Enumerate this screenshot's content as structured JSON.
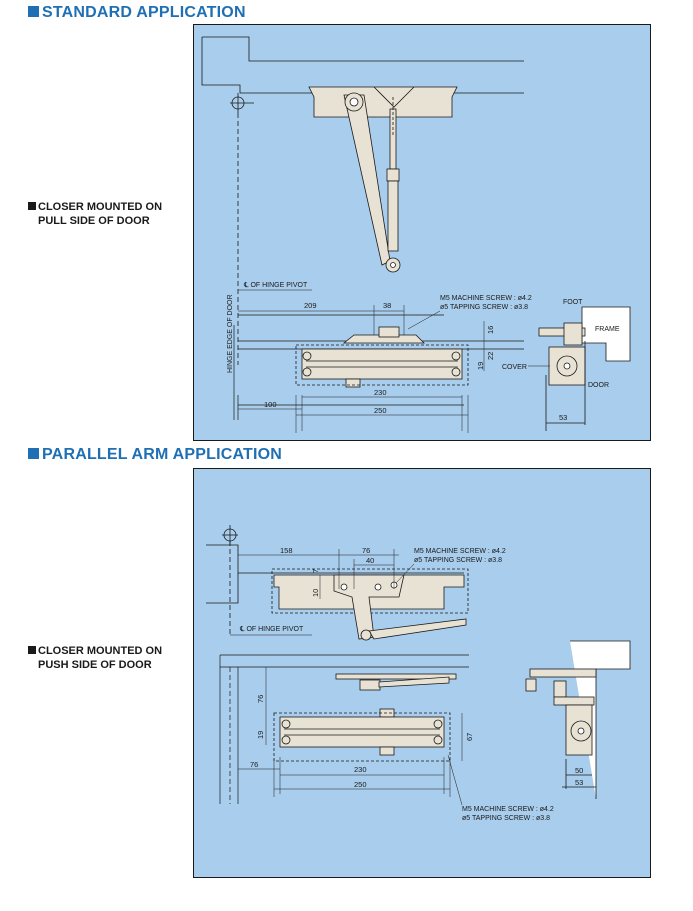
{
  "sections": {
    "standard": {
      "title": "STANDARD APPLICATION",
      "side_label_line1": "CLOSER MOUNTED ON",
      "side_label_line2": "PULL SIDE OF DOOR",
      "labels": {
        "hinge_pivot": "℄ OF HINGE PIVOT",
        "hinge_edge": "HINGE EDGE OF DOOR",
        "m5_screw": "M5 MACHINE SCREW : ø4.2",
        "tapping_screw": "ø5 TAPPING SCREW : ø3.8",
        "foot": "FOOT",
        "frame": "FRAME",
        "cover": "COVER",
        "door": "DOOR"
      },
      "dims": {
        "d209": "209",
        "d38": "38",
        "d16": "16",
        "d22": "22",
        "d19": "19",
        "d100": "100",
        "d230": "230",
        "d250": "250",
        "d53": "53"
      }
    },
    "parallel": {
      "title": "PARALLEL ARM APPLICATION",
      "side_label_line1": "CLOSER MOUNTED ON",
      "side_label_line2": "PUSH SIDE OF DOOR",
      "labels": {
        "hinge_pivot": "℄ OF HINGE PIVOT",
        "m5_screw_top": "M5 MACHINE SCREW : ø4.2",
        "tapping_screw_top": "ø5 TAPPING SCREW : ø3.8",
        "m5_screw_bottom": "M5 MACHINE SCREW : ø4.2",
        "tapping_screw_bottom": "ø5 TAPPING SCREW : ø3.8"
      },
      "dims": {
        "d158": "158",
        "d76a": "76",
        "d40": "40",
        "d7": "7",
        "d10": "10",
        "d76b": "76",
        "d19": "19",
        "d67": "67",
        "d76c": "76",
        "d230": "230",
        "d250": "250",
        "d50": "50",
        "d53": "53"
      }
    }
  },
  "colors": {
    "title": "#1f6fb4",
    "panel": "#a9cdec",
    "metal": "#e8e2d4"
  }
}
